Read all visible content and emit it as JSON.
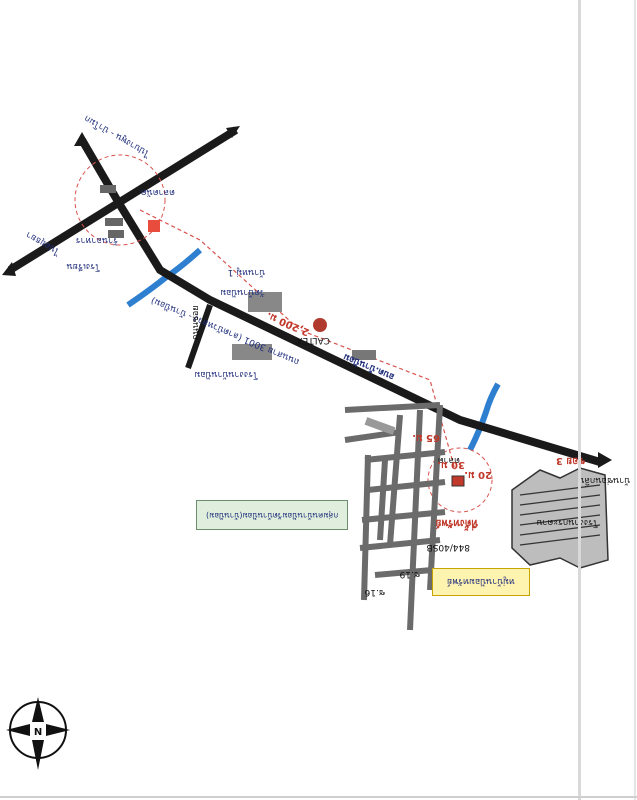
{
  "map": {
    "road_labels": {
      "main_road": "ถนนสาย 3001 (ลาดบัวหลวง - บ้านป้อม)",
      "top_road": "ไปบางพูน - ป่าโมก",
      "left_road": "ไปอยุธยา",
      "branch_road": "ถนนซอย",
      "soi_road": "ซอย 3"
    },
    "place_labels": {
      "village_top": "ตลาดนัด",
      "shop": "ร้านอาหาร",
      "temple": "วัดบ้านป้อม",
      "school_top": "โรงเรียน",
      "village_mid": "บ้านหมู่ 1",
      "factory": "โรงงานบ้านป้อม",
      "district": "อบต.บ้านป้อม",
      "site_marker": "ที่ตั้งทรัพย์",
      "market_small": "ตลาด",
      "right_building": "โรงงานกระดาษ",
      "right_village": "บ้านซ่อนกลิ่น",
      "lower_label_a": "ซ.19",
      "lower_label_b": "ซ.16",
      "code_label": "844/40SB",
      "caltex": "CALTEX"
    },
    "distances": {
      "main": "2,200 ม.",
      "short": "65 ม.",
      "near": "30 ม.",
      "tiny": "20 ม."
    },
    "boxes": {
      "green_box": "กลุ่มคนบ้านป้อมวัดบ้านป้อม(บ้านป้อม)",
      "yellow_box": "หมู่บ้านป้อมทรัพย์"
    },
    "compass": "N"
  },
  "colors": {
    "road": "#1a1a1a",
    "water": "#2f7fd0",
    "route": "#d9534f",
    "label": "#1f2d7a",
    "green_box": "#dfeedd",
    "yellow_box": "#fff3b0"
  }
}
